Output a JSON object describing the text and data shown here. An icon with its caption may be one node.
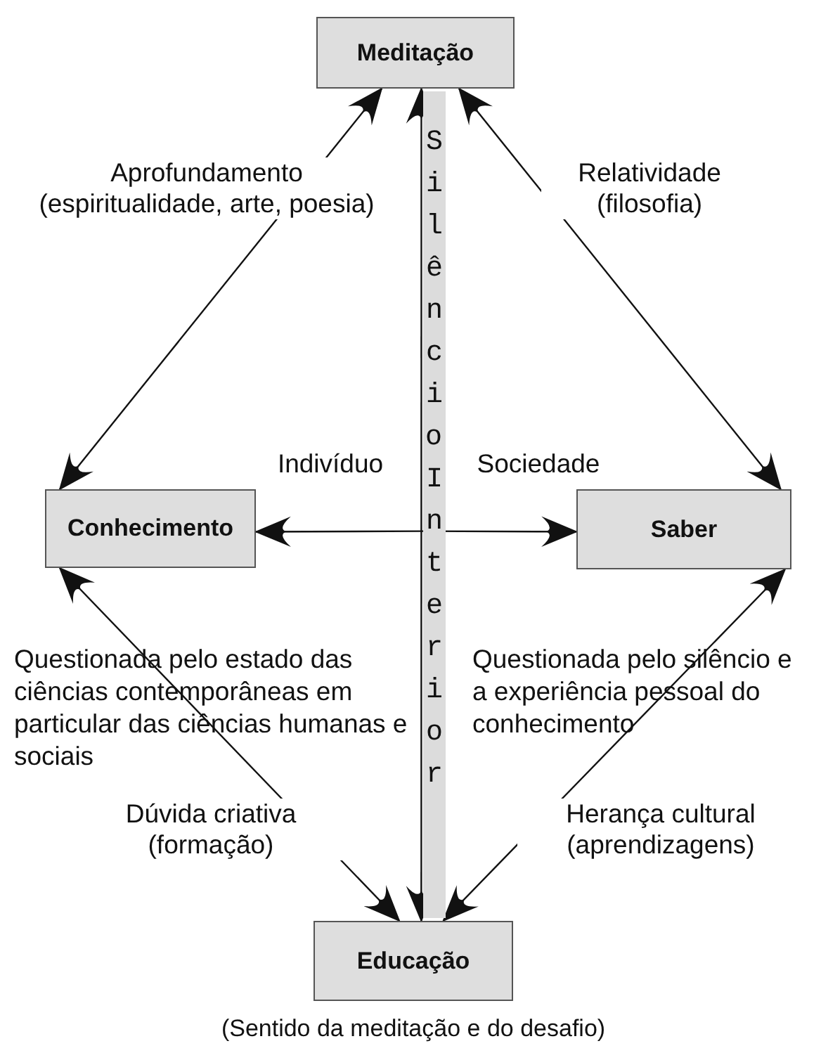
{
  "diagram": {
    "caption": "(Sentido da meditação e do desafio)",
    "nodes": [
      {
        "text": [
          "Meditação"
        ]
      },
      {
        "text": [
          "Conhecimento"
        ]
      },
      {
        "text": [
          "Saber"
        ]
      },
      {
        "text": [
          "Educação"
        ]
      },
      {
        "text": [
          "Silêncio Interior"
        ]
      }
    ],
    "edges": [
      {
        "from": 1,
        "to": 0,
        "arrow": "both",
        "label": "Aprofundamento (espiritualidade, arte, poesia)"
      },
      {
        "from": 0,
        "to": 2,
        "arrow": "both",
        "label": "Relatividade (filosofia)"
      },
      {
        "from": 4,
        "to": 1,
        "arrow": "to",
        "label": "Indivíduo"
      },
      {
        "from": 4,
        "to": 2,
        "arrow": "to",
        "label": "Sociedade"
      },
      {
        "from": 3,
        "to": 0,
        "arrow": "both"
      },
      {
        "from": 1,
        "to": 3,
        "arrow": "both",
        "label": "Dúvida criativa (formação)"
      },
      {
        "from": 2,
        "to": 3,
        "arrow": "both",
        "label": "Herança cultural (aprendizagens)"
      }
    ],
    "labels": [
      "Questionada pelo estado das ciências contemporâneas em particular das ciências humanas e sociais",
      "Questionada pelo silêncio e a experiência pessoal do conhecimento"
    ]
  }
}
